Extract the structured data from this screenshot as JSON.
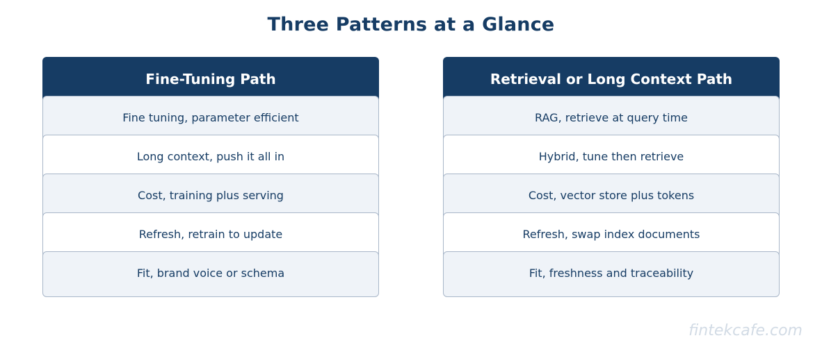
{
  "title": "Three Patterns at a Glance",
  "columns": [
    {
      "header": "Fine-Tuning Path",
      "rows": [
        "Fine tuning, parameter efficient",
        "Long context, push it all in",
        "Cost, training plus serving",
        "Refresh, retrain to update",
        "Fit, brand voice or schema"
      ]
    },
    {
      "header": "Retrieval or Long Context Path",
      "rows": [
        "RAG, retrieve at query time",
        "Hybrid, tune then retrieve",
        "Cost, vector store plus tokens",
        "Refresh, swap index documents",
        "Fit, freshness and traceability"
      ]
    }
  ],
  "watermark": "fintekcafe.com",
  "colors": {
    "header_bg": "#163c64",
    "row_bg": "#eff3f8",
    "row_alt_bg": "#ffffff",
    "row_border": "#a8b6c8",
    "text": "#163c64",
    "watermark": "#d2dbe5"
  }
}
